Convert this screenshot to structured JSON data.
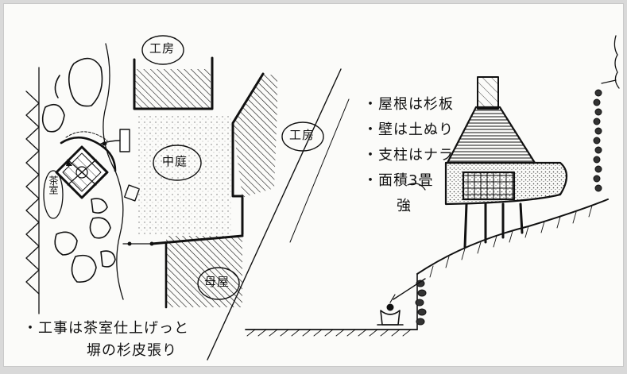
{
  "sketch": {
    "labels": {
      "workshop_top": "工房",
      "workshop_right": "工房",
      "garden": "中庭",
      "main_house": "母屋",
      "tea_room": "茶室"
    },
    "notes": [
      "・屋根は杉板",
      "・壁は土ぬり",
      "・支柱はナラ",
      "・面積3畳"
    ],
    "note_extra": "強",
    "bottom_note": {
      "line1": "・工事は茶室仕上げっと",
      "line2": "塀の杉皮張り"
    }
  }
}
